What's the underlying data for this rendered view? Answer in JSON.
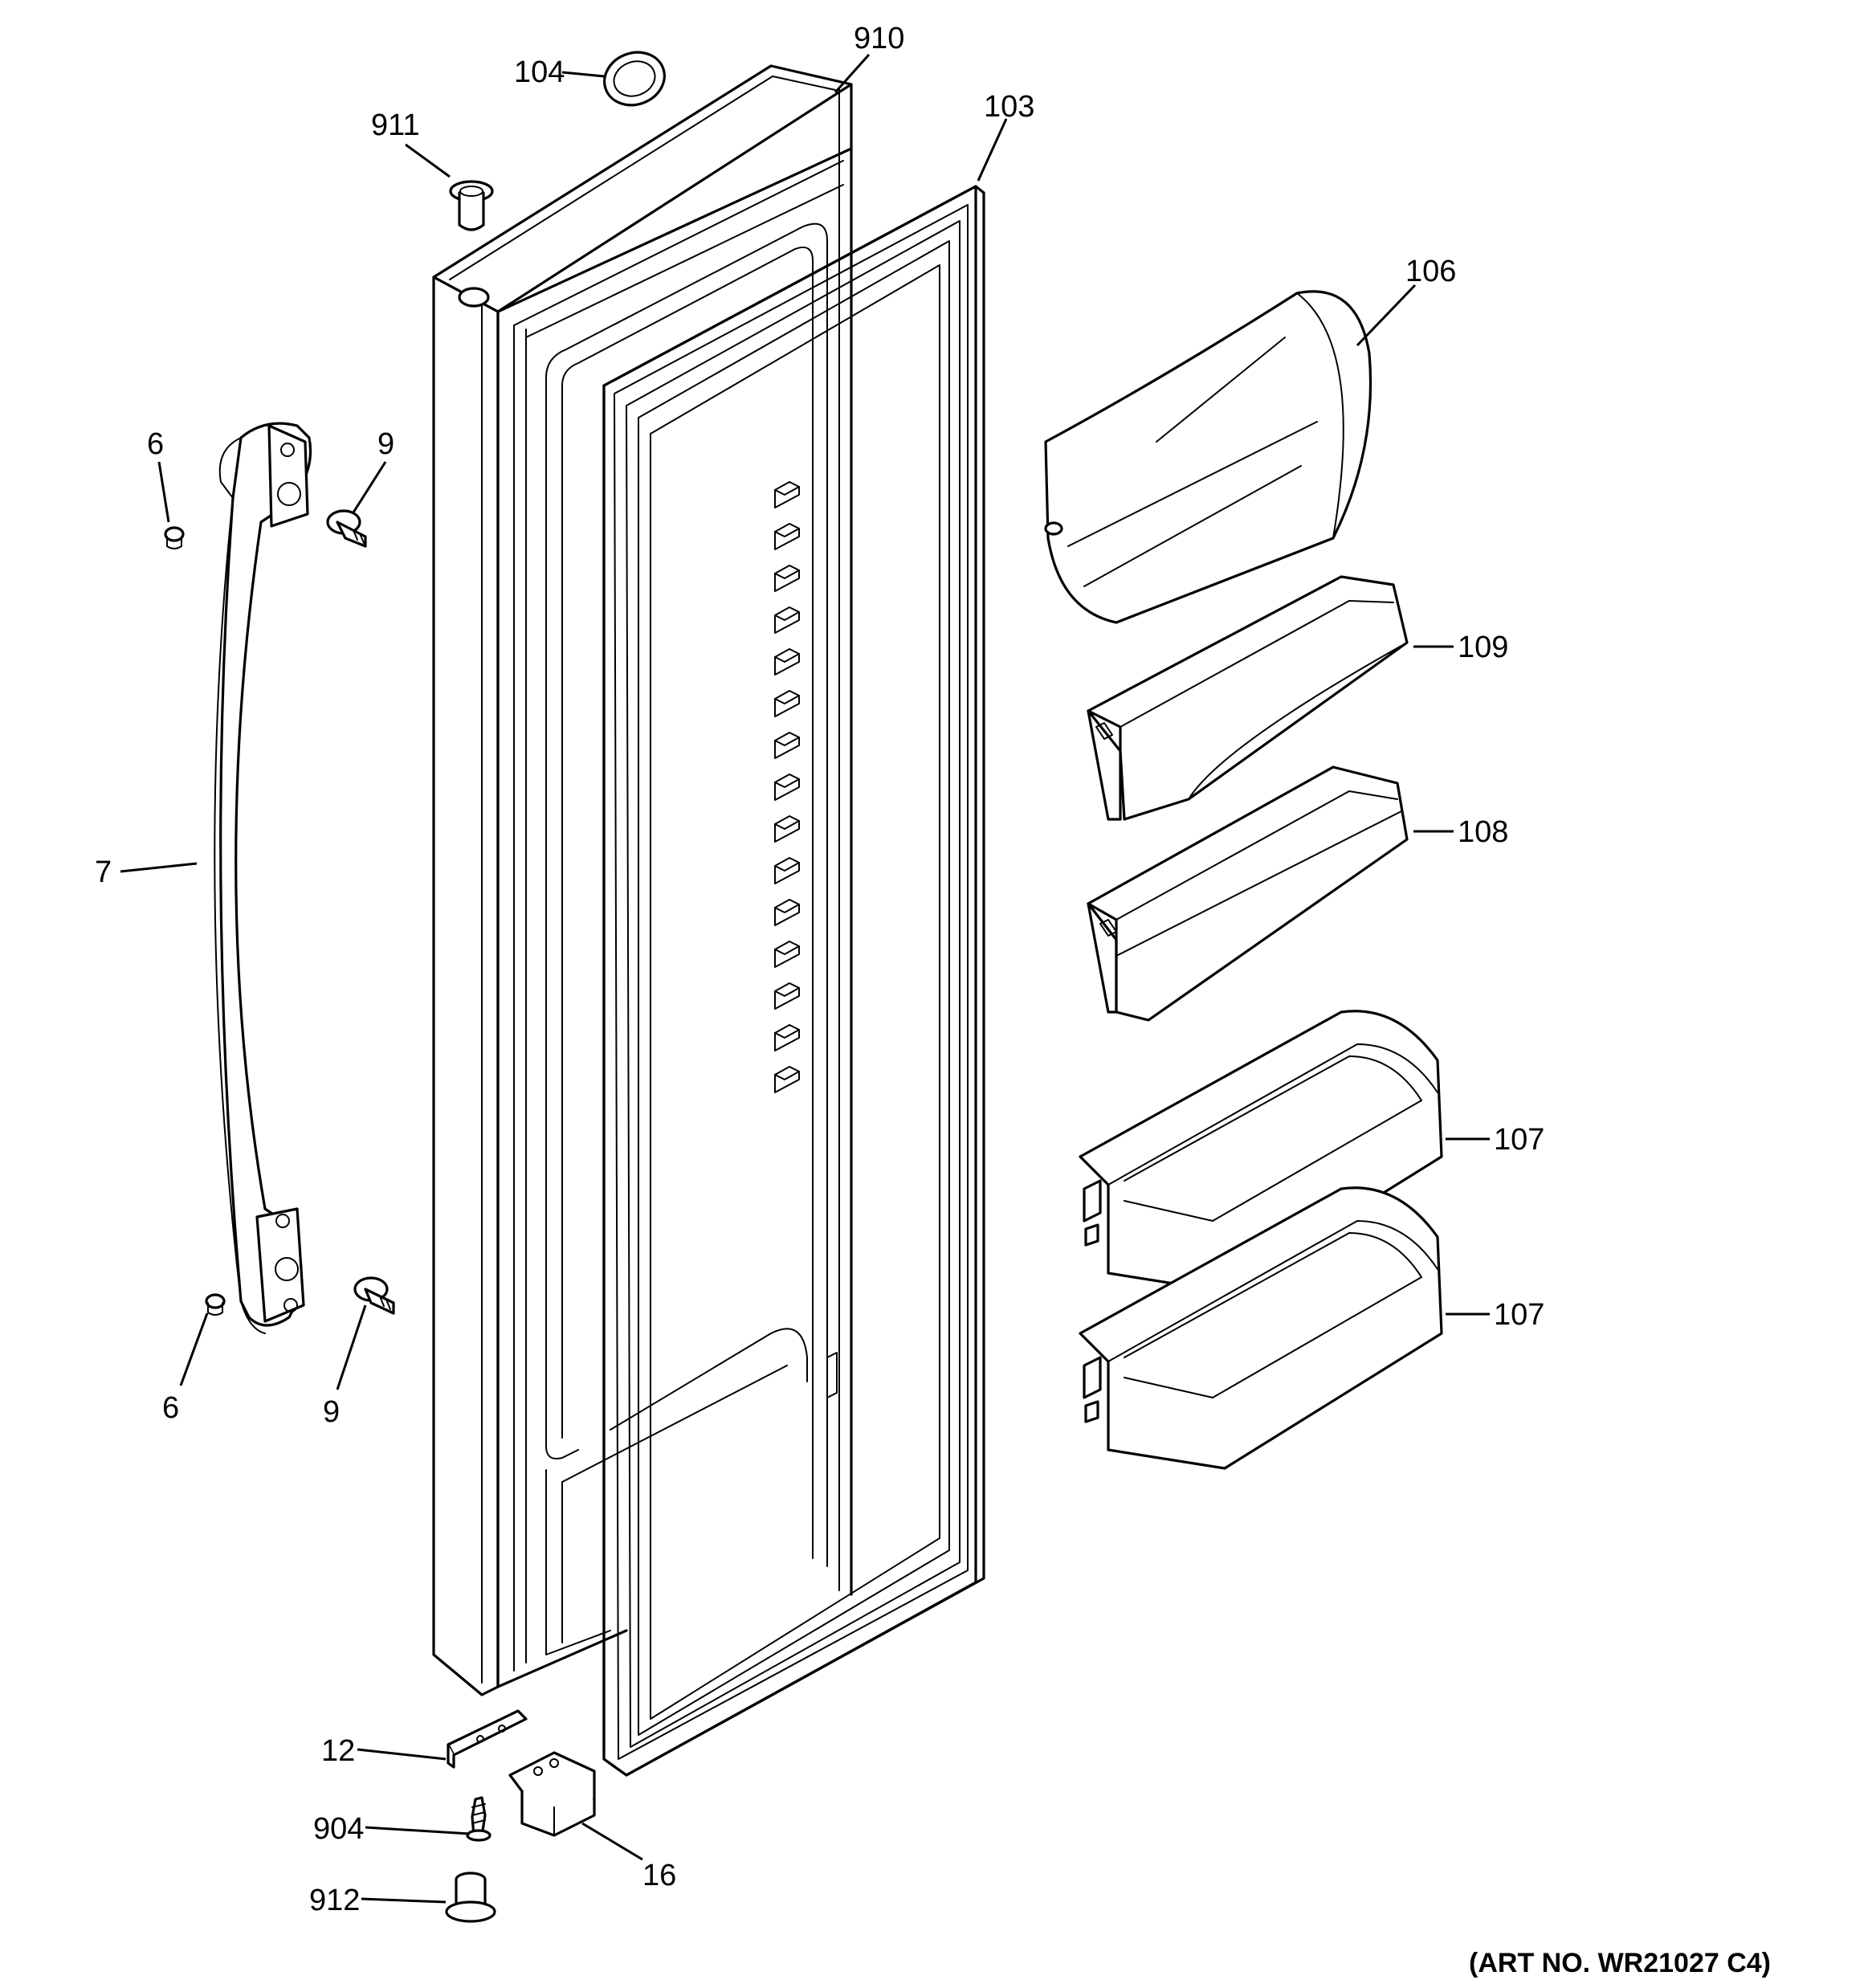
{
  "callouts": {
    "c104": "104",
    "c910": "910",
    "c911": "911",
    "c103": "103",
    "c106": "106",
    "c6a": "6",
    "c9a": "9",
    "c109": "109",
    "c7": "7",
    "c108": "108",
    "c107a": "107",
    "c107b": "107",
    "c6b": "6",
    "c9b": "9",
    "c12": "12",
    "c904": "904",
    "c16": "16",
    "c912": "912"
  },
  "art_number": "(ART NO. WR21027 C4)"
}
